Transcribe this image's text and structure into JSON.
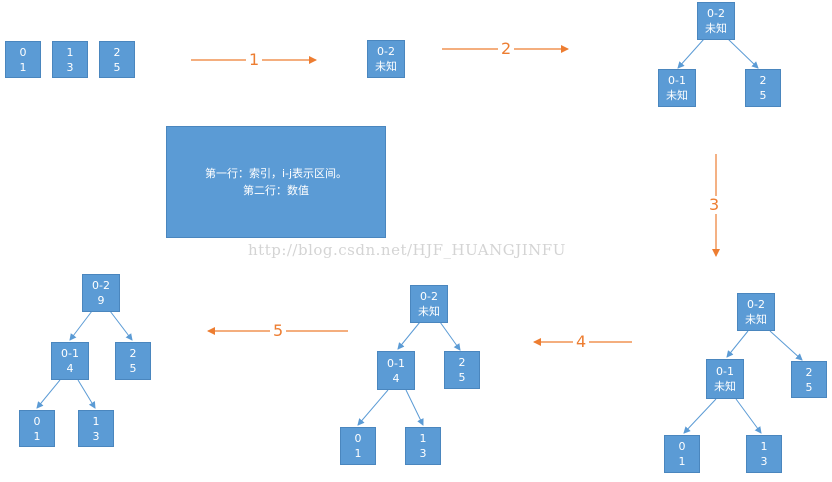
{
  "nodes": {
    "s0_a": {
      "index": "0",
      "value": "1"
    },
    "s0_b": {
      "index": "1",
      "value": "3"
    },
    "s0_c": {
      "index": "2",
      "value": "5"
    },
    "s1_root": {
      "index": "0-2",
      "value": "未知"
    },
    "s2_root": {
      "index": "0-2",
      "value": "未知"
    },
    "s2_left": {
      "index": "0-1",
      "value": "未知"
    },
    "s2_right": {
      "index": "2",
      "value": "5"
    },
    "s3_root": {
      "index": "0-2",
      "value": "未知"
    },
    "s3_left": {
      "index": "0-1",
      "value": "未知"
    },
    "s3_right": {
      "index": "2",
      "value": "5"
    },
    "s3_ll": {
      "index": "0",
      "value": "1"
    },
    "s3_lr": {
      "index": "1",
      "value": "3"
    },
    "s4_root": {
      "index": "0-2",
      "value": "未知"
    },
    "s4_left": {
      "index": "0-1",
      "value": "4"
    },
    "s4_right": {
      "index": "2",
      "value": "5"
    },
    "s4_ll": {
      "index": "0",
      "value": "1"
    },
    "s4_lr": {
      "index": "1",
      "value": "3"
    },
    "s5_root": {
      "index": "0-2",
      "value": "9"
    },
    "s5_left": {
      "index": "0-1",
      "value": "4"
    },
    "s5_right": {
      "index": "2",
      "value": "5"
    },
    "s5_ll": {
      "index": "0",
      "value": "1"
    },
    "s5_lr": {
      "index": "1",
      "value": "3"
    }
  },
  "legend": {
    "line1": "第一行：索引，i-j表示区间。",
    "line2": "第二行：数值"
  },
  "steps": [
    "1",
    "2",
    "3",
    "4",
    "5"
  ],
  "watermark": "http://blog.csdn.net/HJF_HUANGJINFU",
  "colors": {
    "node_fill": "#5b9bd5",
    "edge": "#5b9bd5",
    "arrow": "#ed7d31"
  }
}
